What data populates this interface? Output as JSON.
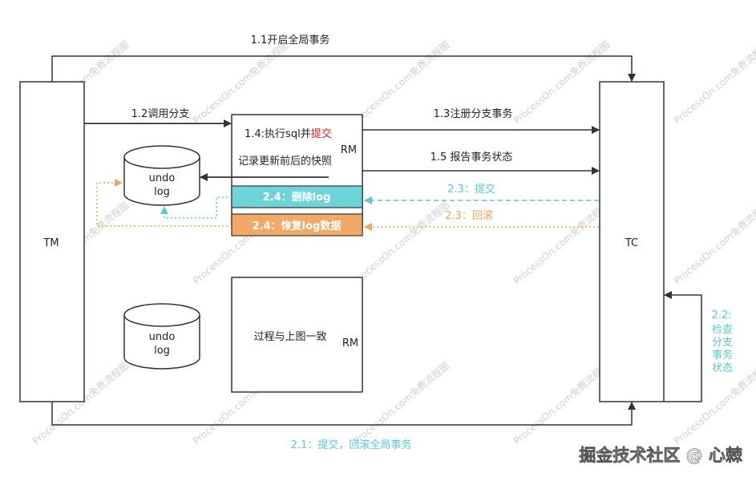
{
  "nodes": {
    "tm": "TM",
    "tc": "TC",
    "rm_top": "RM",
    "rm_bottom": "RM",
    "rm_bottom_note": "过程与上图一致",
    "undo_top_line1": "undo",
    "undo_top_line2": "log",
    "undo_bottom_line1": "undo",
    "undo_bottom_line2": "log"
  },
  "labels": {
    "open_global_tx": "1.1开启全局事务",
    "call_branch": "1.2调用分支",
    "register_branch": "1.3注册分支事务",
    "exec_sql_prefix": "1.4:执行sql并",
    "exec_sql_commit": "提交",
    "snapshot": "记录更新前后的快照",
    "report_status": "1.5 报告事务状态",
    "phase2_commit": "2.3：提交",
    "phase2_rollback": "2.3：回滚",
    "delete_log": "2.4：删除log",
    "restore_log": "2.4：恢复log数据",
    "check_status_title": "2.2:",
    "check_status_lines": [
      "检查",
      "分支",
      "事务",
      "状态"
    ],
    "global_decision": "2.1：提交，回滚全局事务"
  },
  "watermark": "ProcessOn.com免费流程图",
  "brand": "掘金技术社区 @ 心棘",
  "colors": {
    "line": "#333333",
    "teal": "#5bc8cf",
    "teal_fill": "#6dd5d8",
    "orange": "#f0a45e",
    "orange_fill": "#f2a866",
    "red": "#e02020"
  }
}
